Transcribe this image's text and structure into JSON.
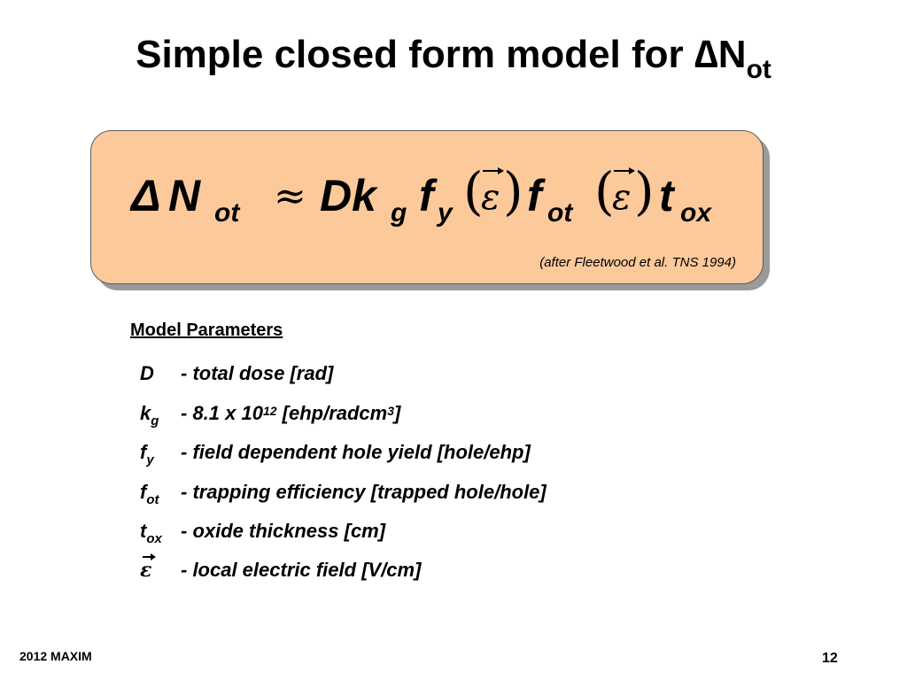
{
  "slide": {
    "title_main": "Simple closed form model for ",
    "title_delta": "∆",
    "title_N": "N",
    "title_sub": "ot",
    "equation": {
      "delta": "Δ",
      "N": "N",
      "ot": "ot",
      "approx": "≈",
      "Dk": "Dk",
      "g": "g",
      "f": "f",
      "y": "y",
      "lparen": "(",
      "rparen": ")",
      "eps": "ε",
      "t": "t",
      "ox": "ox"
    },
    "citation": "(after Fleetwood et al. TNS 1994)",
    "parameters_heading": "Model Parameters",
    "parameters": [
      {
        "symbol": "D",
        "subscript": "",
        "description": "- total dose [rad]"
      },
      {
        "symbol": "k",
        "subscript": "g",
        "description_pre": "- 8.1 x 10",
        "description_sup1": "12",
        "description_mid": " [ehp/radcm",
        "description_sup2": "3",
        "description_post": "]"
      },
      {
        "symbol": "f",
        "subscript": "y",
        "description": "- field dependent hole yield [hole/ehp]"
      },
      {
        "symbol": "f",
        "subscript": "ot",
        "description": "- trapping efficiency [trapped hole/hole]"
      },
      {
        "symbol": "t",
        "subscript": "ox",
        "description": "- oxide thickness [cm]"
      },
      {
        "symbol": "ε",
        "subscript": "",
        "description": "- local electric field [V/cm]"
      }
    ],
    "footer_left": "2012 MAXIM",
    "page_number": "12"
  }
}
